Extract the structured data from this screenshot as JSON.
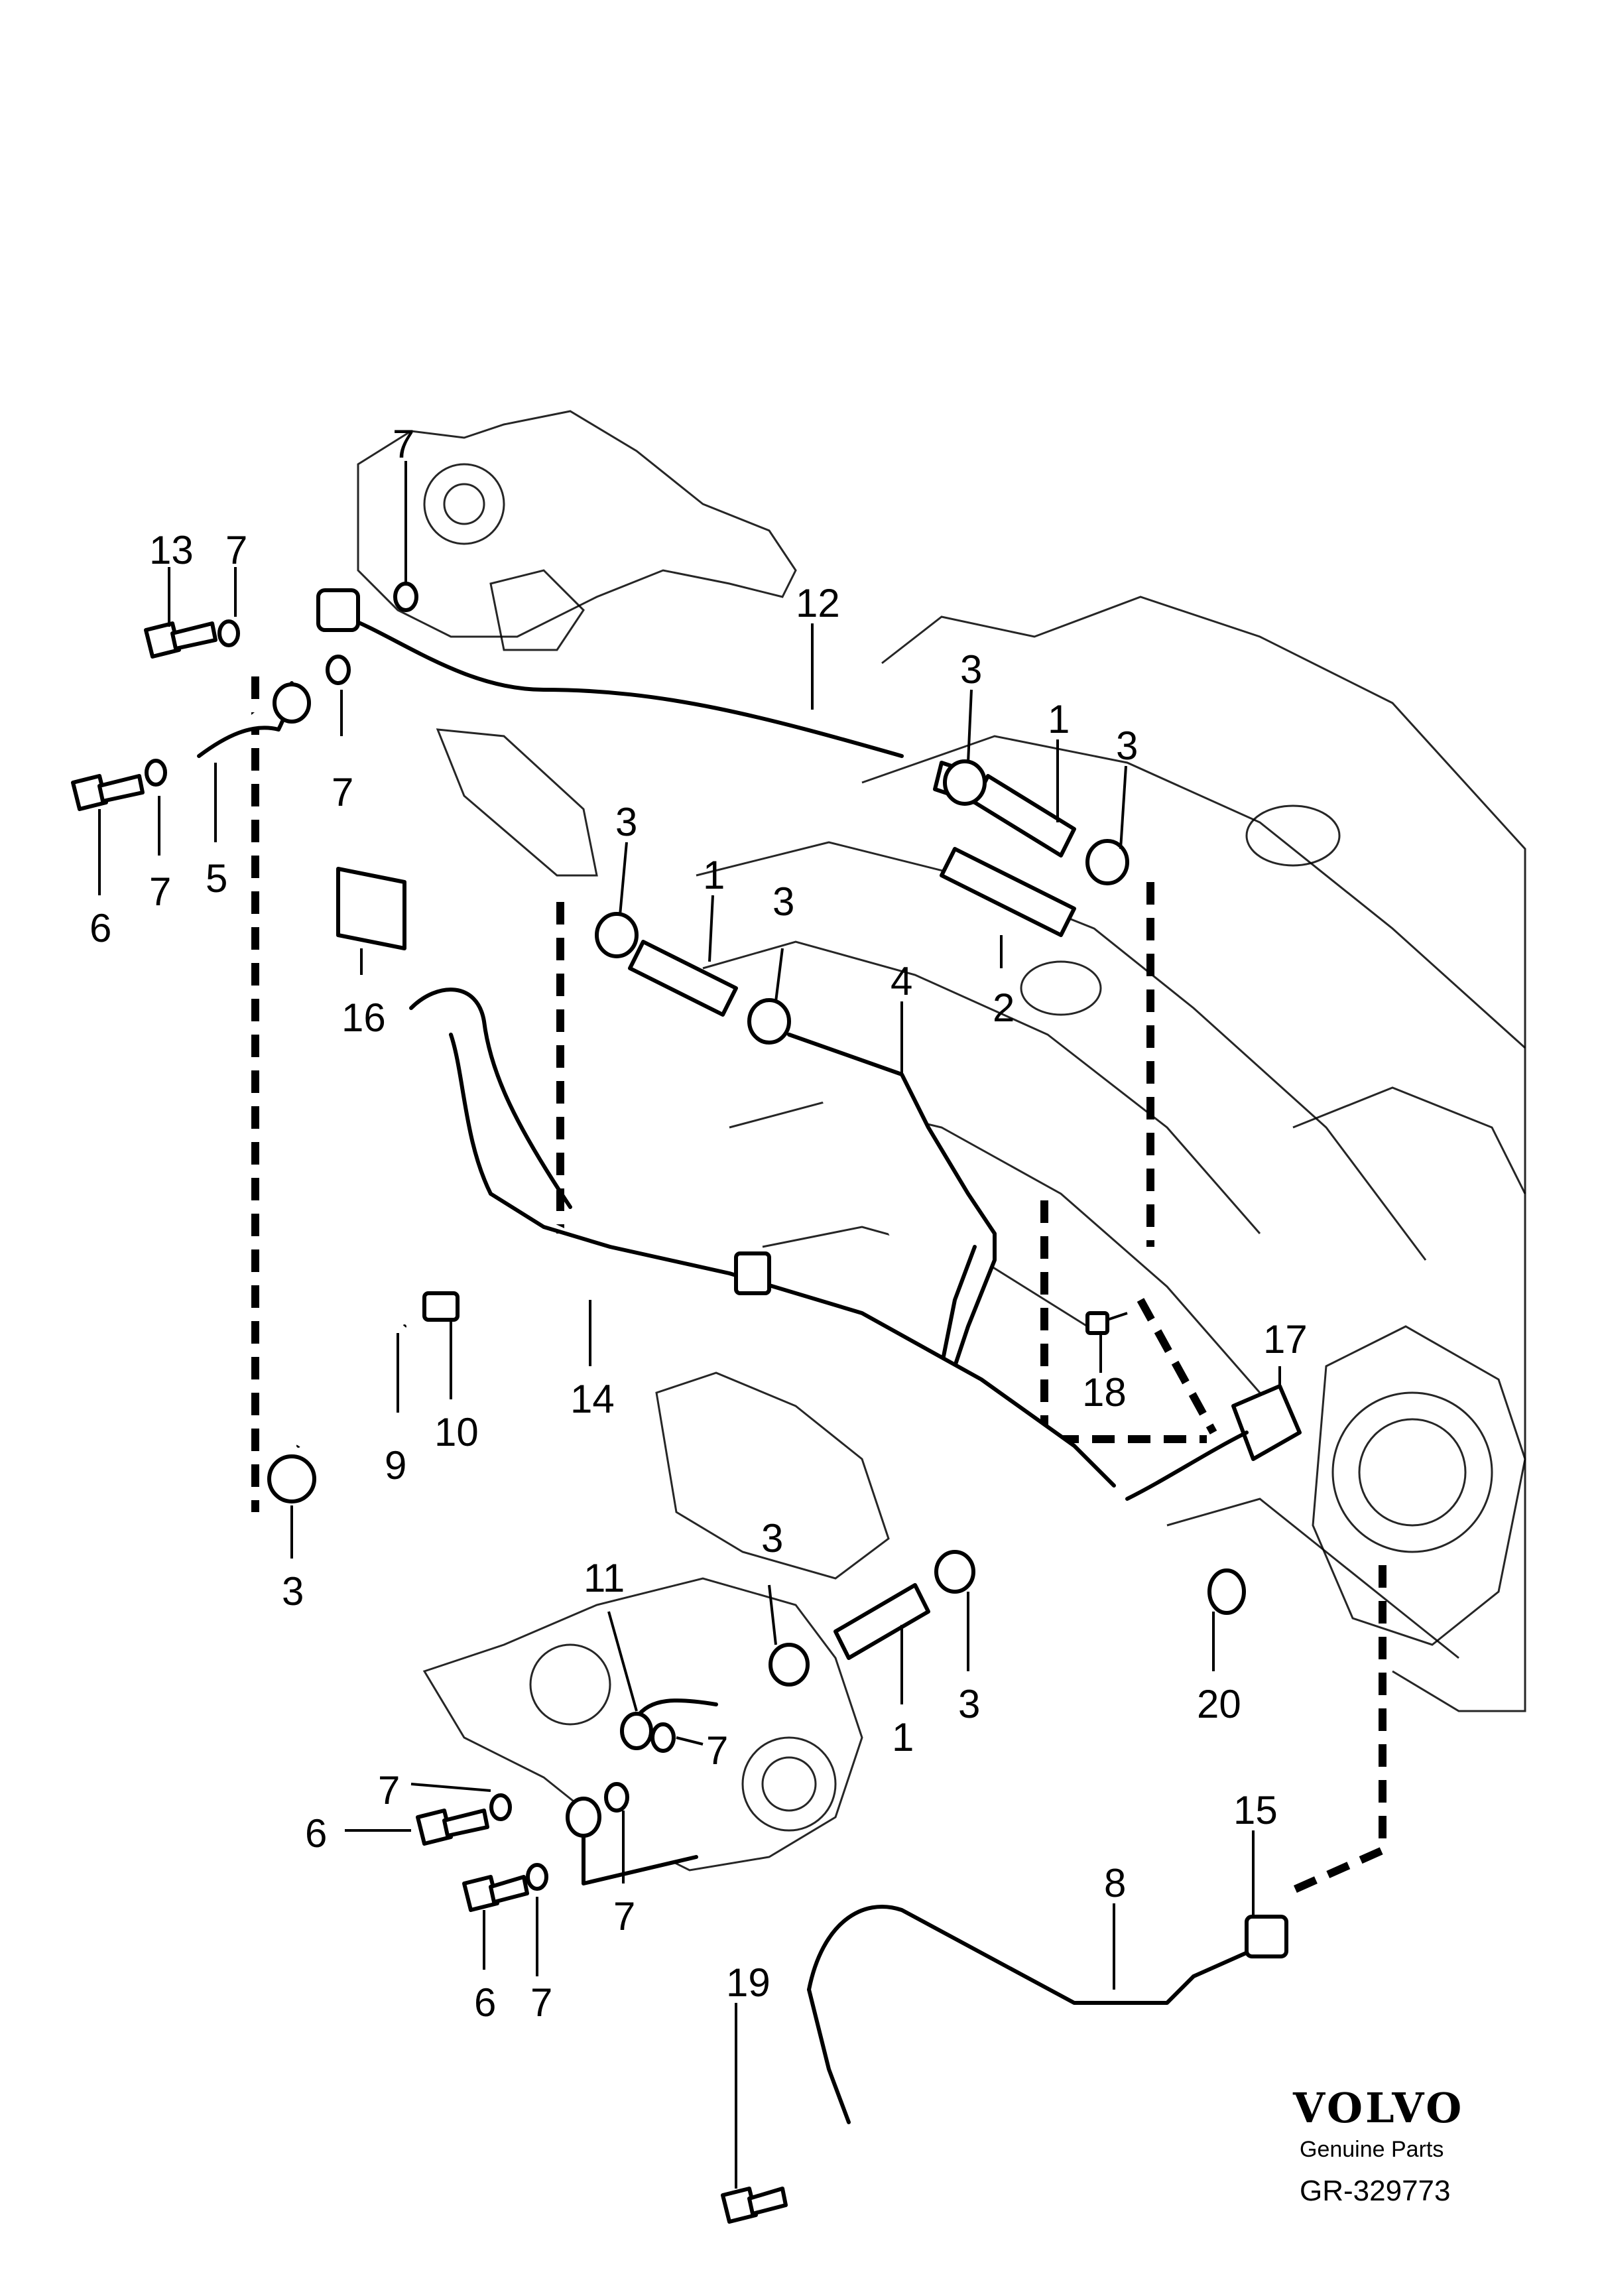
{
  "callouts": {
    "c7_top": "7",
    "c13": "13",
    "c7_b": "7",
    "c12": "12",
    "c3_a": "3",
    "c1_a": "1",
    "c3_b": "3",
    "c7_c": "7",
    "c6_a": "6",
    "c7_d": "7",
    "c5": "5",
    "c3_c": "3",
    "c1_b": "1",
    "c3_d": "3",
    "c4": "4",
    "c2": "2",
    "c16": "16",
    "c14": "14",
    "c9": "9",
    "c10": "10",
    "c3_e": "3",
    "c18": "18",
    "c17": "17",
    "c11": "11",
    "c3_f": "3",
    "c3_g": "3",
    "c1_c": "1",
    "c20": "20",
    "c7_e": "7",
    "c6_b": "6",
    "c7_f": "7",
    "c7_g": "7",
    "c6_c": "6",
    "c7_h": "7",
    "c15": "15",
    "c8": "8",
    "c19": "19"
  },
  "branding": {
    "logo": "VOLVO",
    "tagline": "Genuine Parts",
    "code": "GR-329773"
  }
}
